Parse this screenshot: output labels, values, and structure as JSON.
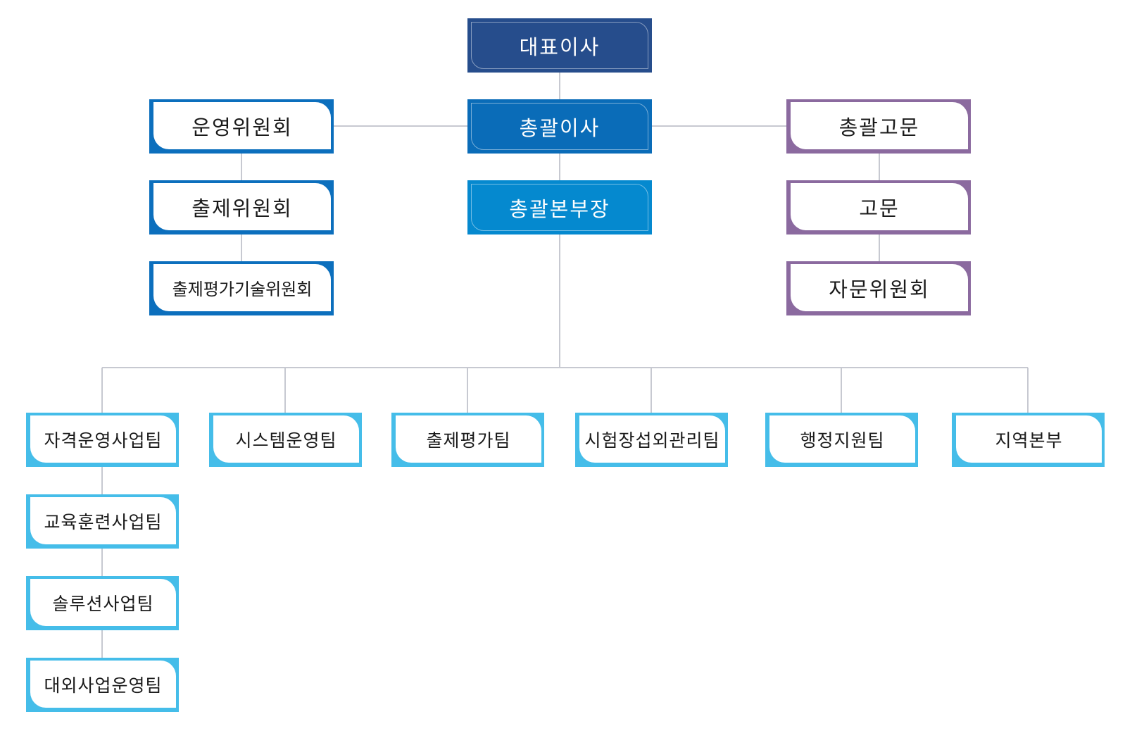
{
  "colors": {
    "ceo": "#264d8c",
    "exec": "#0a6cb8",
    "chief": "#0589cf",
    "committee_border": "#0c6fbd",
    "advisor_border": "#8b6a9f",
    "team_border": "#45bde9",
    "connector": "#c7c9d1"
  },
  "top": {
    "ceo": "대표이사",
    "general_director": "총괄이사",
    "head_of_division": "총괄본부장"
  },
  "committees": [
    "운영위원회",
    "출제위원회",
    "출제평가기술위원회"
  ],
  "advisors": [
    "총괄고문",
    "고문",
    "자문위원회"
  ],
  "teams": [
    "자격운영사업팀",
    "시스템운영팀",
    "출제평가팀",
    "시험장섭외관리팀",
    "행정지원팀",
    "지역본부"
  ],
  "sub_teams": [
    "교육훈련사업팀",
    "솔루션사업팀",
    "대외사업운영팀"
  ]
}
